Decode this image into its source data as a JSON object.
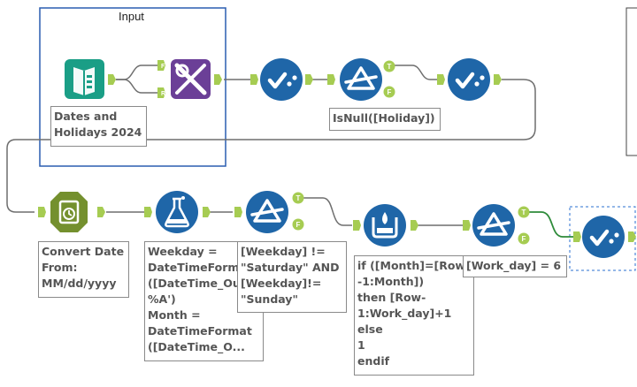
{
  "workflow": {
    "container": {
      "title": "Input"
    },
    "tools": [
      {
        "name": "input-tool",
        "kind": "input",
        "label": "Dates and\nHolidays 2024"
      },
      {
        "name": "join-tool",
        "kind": "join",
        "anchors": [
          "F",
          "R"
        ]
      },
      {
        "name": "select-tool-1",
        "kind": "select"
      },
      {
        "name": "filter-tool-1",
        "kind": "filter",
        "anchors": [
          "T",
          "F"
        ],
        "label": "IsNull([Holiday])"
      },
      {
        "name": "select-tool-2",
        "kind": "select"
      },
      {
        "name": "datetime-tool",
        "kind": "datetime",
        "label": "Convert Date\nFrom:\nMM/dd/yyyy"
      },
      {
        "name": "formula-tool",
        "kind": "formula",
        "label": "Weekday =\nDateTimeFormat\n([DateTime_Out,\n%A')\nMonth =\nDateTimeFormat\n([DateTime_O..."
      },
      {
        "name": "filter-tool-2",
        "kind": "filter",
        "anchors": [
          "T",
          "F"
        ],
        "label": "[Weekday] !=\n\"Saturday\" AND\n[Weekday]!=\n\"Sunday\""
      },
      {
        "name": "multirow-tool",
        "kind": "multirow",
        "label": "if ([Month]=[Row\n-1:Month])\nthen [Row-\n1:Work_day]+1\nelse\n1\nendif"
      },
      {
        "name": "filter-tool-3",
        "kind": "filter",
        "anchors": [
          "T",
          "F"
        ],
        "label": "[Work_day] = 6"
      },
      {
        "name": "select-tool-3",
        "kind": "select",
        "selected": true
      }
    ]
  },
  "colors": {
    "input": "#1a9e86",
    "join": "#6b3f97",
    "preparation": "#1f66a8",
    "parse": "#74902e",
    "anchor": "#a6cc52",
    "connector": "#6e6e6e",
    "connector_active": "#2e8b3a",
    "container_border": "#2a5db0"
  }
}
